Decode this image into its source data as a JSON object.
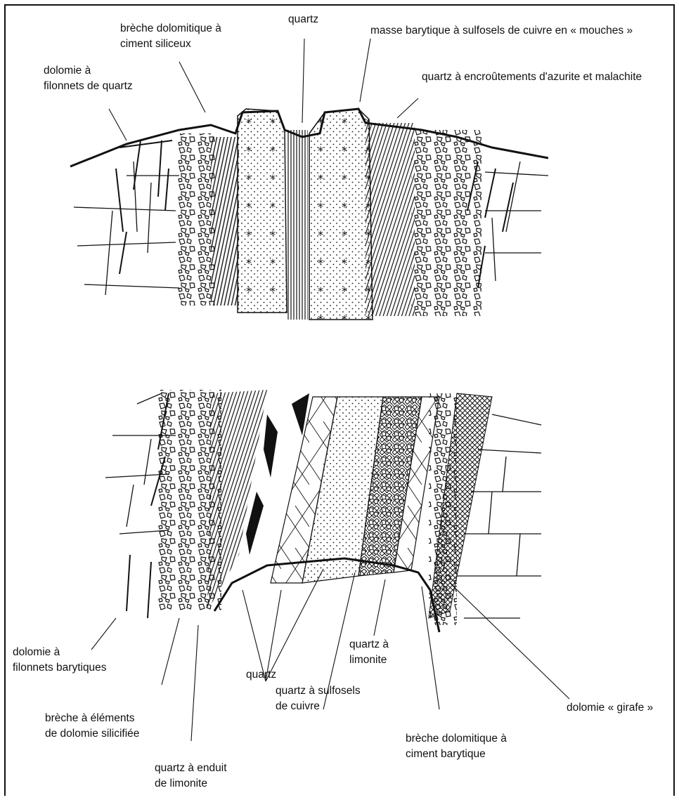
{
  "top_section": {
    "labels": {
      "dolomie_filonnets_quartz": [
        "dolomie à",
        "filonnets de quartz"
      ],
      "breche_ciment_siliceux": [
        "brèche dolomitique à",
        "ciment siliceux"
      ],
      "quartz": "quartz",
      "masse_barytique": "masse barytique à sulfosels de cuivre en « mouches »",
      "quartz_azurite_malachite": "quartz à encroûtements d'azurite et malachite"
    }
  },
  "bottom_section": {
    "labels": {
      "dolomie_filonnets_barytiques": [
        "dolomie à",
        "filonnets barytiques"
      ],
      "breche_dolomie_silicifiee": [
        "brèche à éléments",
        "de dolomie silicifiée"
      ],
      "quartz_enduit_limonite": [
        "quartz à enduit",
        "de limonite"
      ],
      "quartz": "quartz",
      "quartz_sulfosels": [
        "quartz à sulfosels",
        "de cuivre"
      ],
      "quartz_limonite": [
        "quartz à",
        "limonite"
      ],
      "breche_ciment_barytique": [
        "brèche dolomitique à",
        "ciment barytique"
      ],
      "dolomie_girafe": "dolomie « girafe »"
    }
  }
}
